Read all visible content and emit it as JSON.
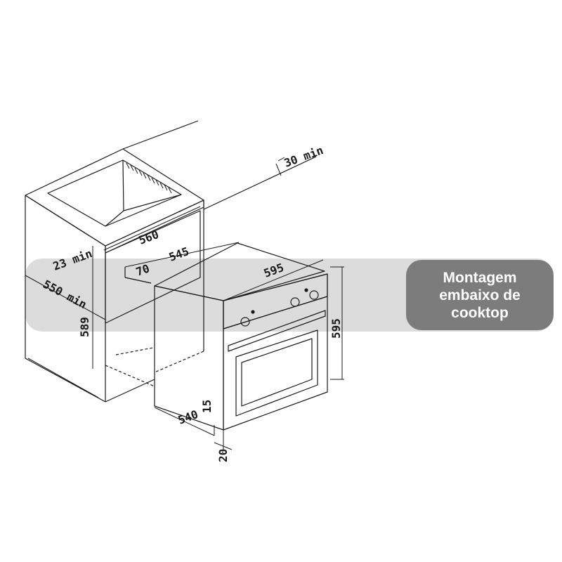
{
  "dimensions": {
    "d30min": "30 min",
    "d560": "560",
    "d23min": "23 min",
    "d545": "545",
    "d70": "70",
    "d595w": "595",
    "d550min": "550 min",
    "d589": "589",
    "d595h": "595",
    "d15": "15",
    "d540": "540",
    "d20": "20"
  },
  "label": {
    "line1": "Montagem",
    "line2": "embaixo de",
    "line3": "cooktop"
  },
  "colors": {
    "band": "#d6d6d6",
    "tag": "#7c7c7c",
    "line": "#1a1a1a"
  }
}
